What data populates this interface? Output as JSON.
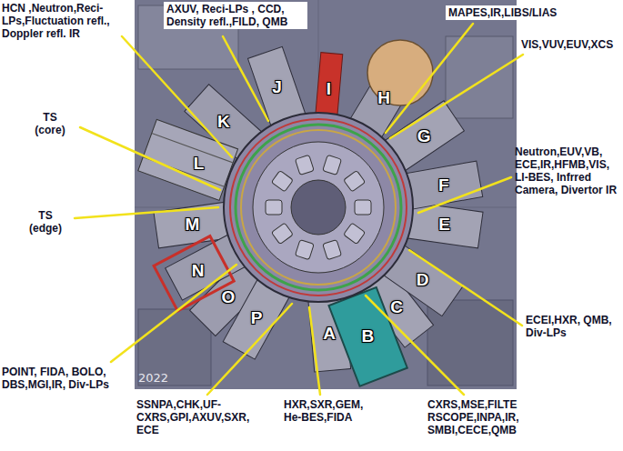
{
  "diagram": {
    "labels": [
      "HCN ,Neutron,Reci- LPs,Fluctuation refl., Doppler refl. IR",
      "AXUV, Reci-LPs , CCD, Density refl.,FILD, QMB",
      "MAPES,IR,LIBS/LIAS",
      "VIS,VUV,EUV,XCS",
      "TS (core)",
      "Neutron,EUV,VB, ECE,IR,HFMB,VIS, LI-BES, Infrred Camera, Divertor IR",
      "TS (edge)",
      "ECEI,HXR, QMB, Div-LPs",
      "POINT, FIDA, BOLO, DBS,MGI,IR, Div-LPs",
      "SSNPA,CHK,UF- CXRS,GPI,AXUV,SXR, ECE",
      "HXR,SXR,GEM, He-BES,FIDA",
      "CXRS,MSE,FILTE RSCOPE,INPA,IR, SMBI,CECE,QMB",
      "A",
      "B",
      "C",
      "D",
      "E",
      "F",
      "G",
      "H",
      "I",
      "J",
      "K",
      "L",
      "M",
      "N",
      "O",
      "P",
      "2022"
    ]
  }
}
